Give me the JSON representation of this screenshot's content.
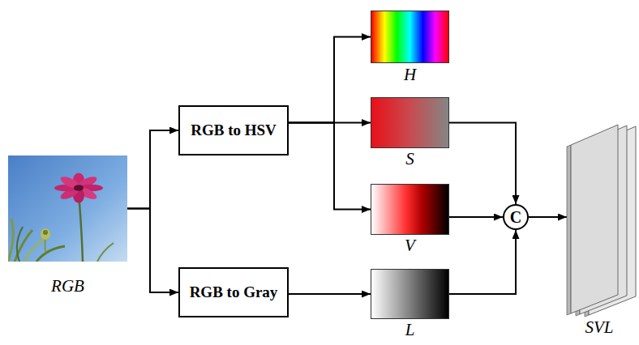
{
  "diagram": {
    "nodes": [
      {
        "text": [
          "RGB"
        ]
      },
      {
        "text": [
          "RGB to HSV"
        ]
      },
      {
        "text": [
          "RGB to Gray"
        ]
      },
      {
        "text": [
          "H"
        ]
      },
      {
        "text": [
          "S"
        ]
      },
      {
        "text": [
          "V"
        ]
      },
      {
        "text": [
          "L"
        ]
      },
      {
        "text": [
          "C"
        ]
      },
      {
        "text": [
          "SVL"
        ]
      }
    ],
    "edges": [
      {
        "from": 0,
        "to": 1,
        "arrow": "to"
      },
      {
        "from": 0,
        "to": 2,
        "arrow": "to"
      },
      {
        "from": 1,
        "to": 3,
        "arrow": "to"
      },
      {
        "from": 1,
        "to": 4,
        "arrow": "to"
      },
      {
        "from": 1,
        "to": 5,
        "arrow": "to"
      },
      {
        "from": 2,
        "to": 6,
        "arrow": "to"
      },
      {
        "from": 4,
        "to": 7,
        "arrow": "to"
      },
      {
        "from": 5,
        "to": 7,
        "arrow": "to"
      },
      {
        "from": 6,
        "to": 7,
        "arrow": "to"
      },
      {
        "from": 7,
        "to": 8,
        "arrow": "to"
      }
    ]
  }
}
